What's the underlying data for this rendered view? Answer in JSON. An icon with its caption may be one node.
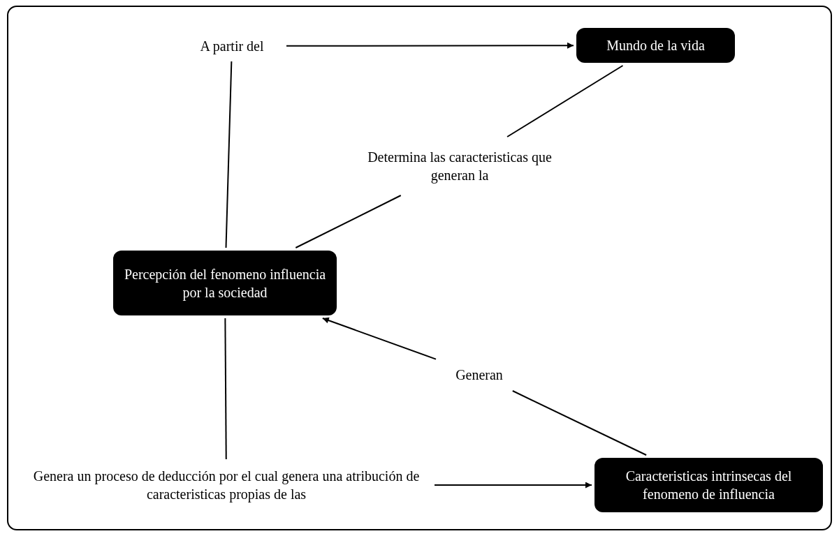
{
  "diagram": {
    "nodes": [
      {
        "text": [
          "A partir del"
        ]
      },
      {
        "text": [
          "Mundo de la vida"
        ]
      },
      {
        "text": [
          "Determina las caracteristicas que generan la"
        ]
      },
      {
        "text": [
          "Percepción del fenomeno influencia por la sociedad"
        ]
      },
      {
        "text": [
          "Generan"
        ]
      },
      {
        "text": [
          "Genera un proceso de deducción por el cual genera una atribución de caracteristicas propias de las"
        ]
      },
      {
        "text": [
          "Caracteristicas intrinsecas del fenomeno de influencia"
        ]
      }
    ],
    "edges": [
      {
        "from": 3,
        "to": 0,
        "arrow": "none"
      },
      {
        "from": 0,
        "to": 1,
        "arrow": "to"
      },
      {
        "from": 1,
        "to": 2,
        "arrow": "none"
      },
      {
        "from": 2,
        "to": 3,
        "arrow": "none"
      },
      {
        "from": 6,
        "to": 4,
        "arrow": "none"
      },
      {
        "from": 4,
        "to": 3,
        "arrow": "to"
      },
      {
        "from": 3,
        "to": 5,
        "arrow": "none"
      },
      {
        "from": 5,
        "to": 6,
        "arrow": "to"
      }
    ]
  }
}
